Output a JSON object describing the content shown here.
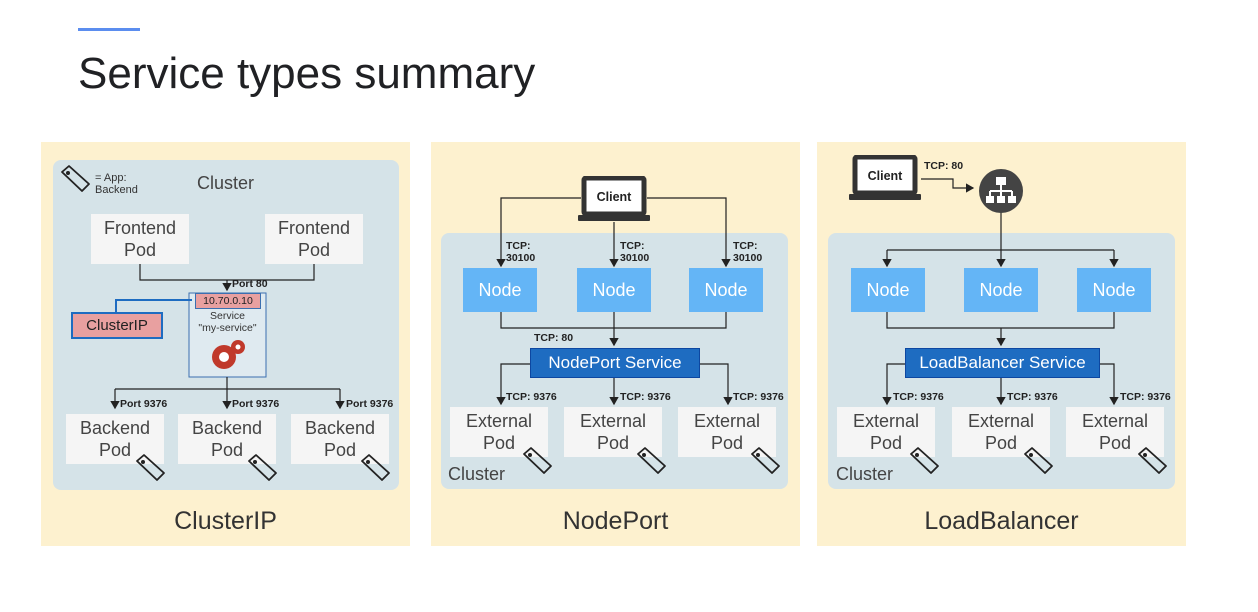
{
  "slide": {
    "title": "Service types summary"
  },
  "clusterip": {
    "legend_text": "= App:\nBackend",
    "cluster_label": "Cluster",
    "frontend_pods": [
      "Frontend\nPod",
      "Frontend\nPod"
    ],
    "port_top": "Port 80",
    "service_ip": "10.70.0.10",
    "service_name": "Service\n\"my-service\"",
    "clusterip_badge": "ClusterIP",
    "backend_ports": [
      "Port 9376",
      "Port 9376",
      "Port 9376"
    ],
    "backend_pods": [
      "Backend\nPod",
      "Backend\nPod",
      "Backend\nPod"
    ],
    "panel_label": "ClusterIP"
  },
  "nodeport": {
    "client": "Client",
    "node_ports": [
      "TCP:\n30100",
      "TCP:\n30100",
      "TCP:\n30100"
    ],
    "nodes": [
      "Node",
      "Node",
      "Node"
    ],
    "service_port": "TCP: 80",
    "service": "NodePort Service",
    "pod_ports": [
      "TCP: 9376",
      "TCP: 9376",
      "TCP: 9376"
    ],
    "pods": [
      "External\nPod",
      "External\nPod",
      "External\nPod"
    ],
    "cluster_label": "Cluster",
    "panel_label": "NodePort"
  },
  "loadbalancer": {
    "client": "Client",
    "client_port": "TCP: 80",
    "nodes": [
      "Node",
      "Node",
      "Node"
    ],
    "service": "LoadBalancer Service",
    "pod_ports": [
      "TCP: 9376",
      "TCP: 9376",
      "TCP: 9376"
    ],
    "pods": [
      "External\nPod",
      "External\nPod",
      "External\nPod"
    ],
    "cluster_label": "Cluster",
    "panel_label": "LoadBalancer"
  },
  "colors": {
    "panel_bg": "#fdf1cf",
    "cluster_bg": "#d5e3e8",
    "node": "#64b5f6",
    "service": "#1e6cc1",
    "clusterip_badge": "#e8a0a0",
    "accent": "#5b8def"
  },
  "icons": [
    "tag-icon",
    "laptop-icon",
    "gears-icon",
    "load-balancer-icon"
  ]
}
